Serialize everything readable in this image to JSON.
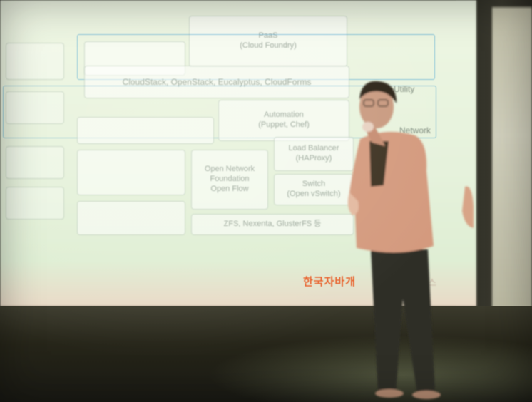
{
  "slide": {
    "paas_label": "PaaS\n(Cloud Foundry)",
    "cloudforms_label": "CloudStack, OpenStack, Eucalyptus, CloudForms",
    "automation_label": "Automation\n(Puppet, Chef)",
    "load_balancer_label": "Load Balancer\n(HAProxy)",
    "open_network_label": "Open Network\nFoundation\nOpen Flow",
    "switch_label": "Switch\n(Open vSwitch)",
    "storage_label": "ZFS, Nexenta, GlusterFS 등",
    "side_utility": "Utility",
    "side_network": "Network",
    "footer_org": "한국자바개",
    "footer_tail": "스"
  },
  "colors": {
    "screen": "#e6f2dc",
    "accent_orange": "#e8602a",
    "blue_line": "#3ca0d2",
    "jacket": "#d49a7e",
    "floor": "#262519"
  }
}
